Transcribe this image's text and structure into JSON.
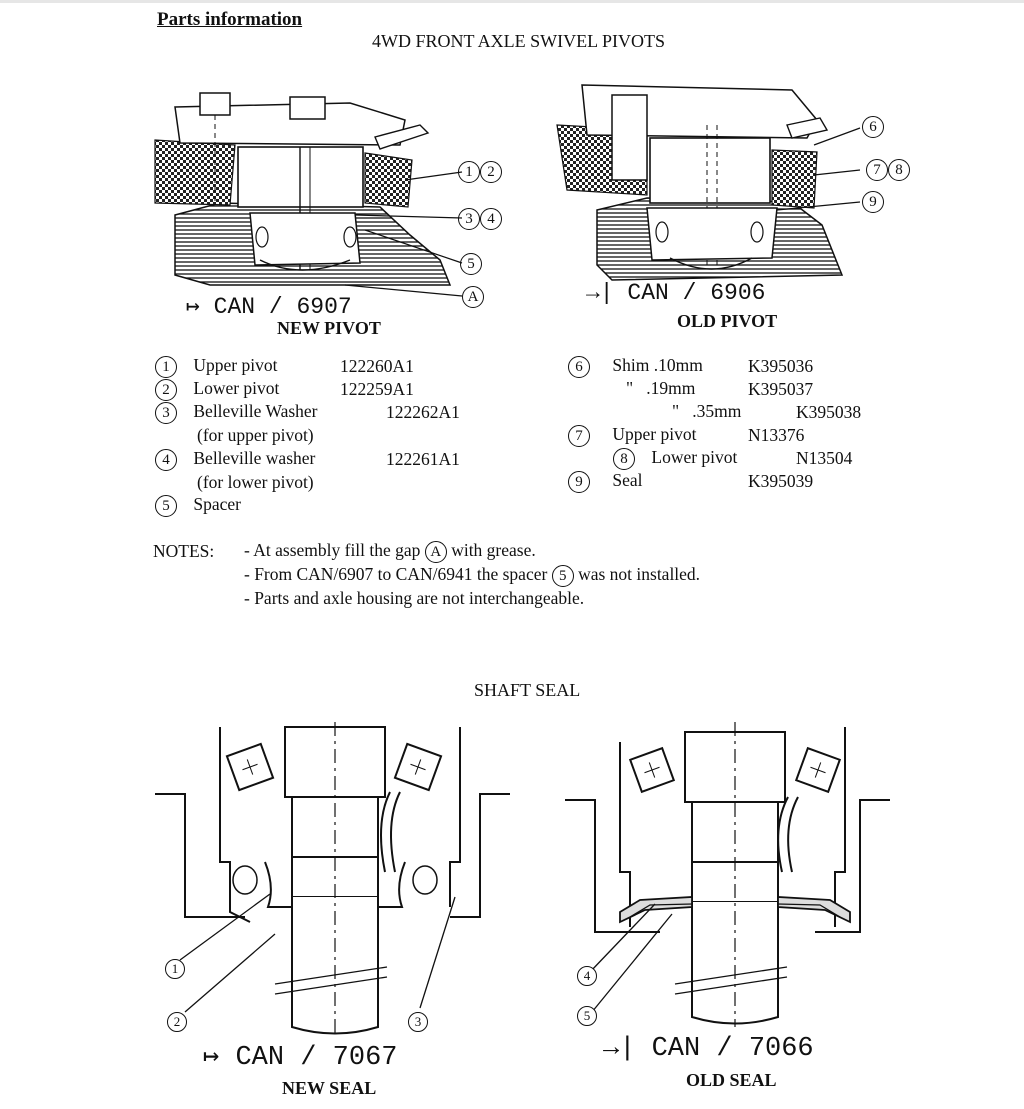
{
  "header": {
    "section_label": "Parts information",
    "title": "4WD FRONT AXLE SWIVEL PIVOTS"
  },
  "new_pivot": {
    "can_arrow": "↦",
    "can_label": "CAN / 6907",
    "caption": "NEW PIVOT",
    "callouts": [
      "1",
      "2",
      "3",
      "4",
      "5",
      "A"
    ],
    "parts": [
      {
        "num": "1",
        "name": "Upper pivot",
        "part_no": "122260A1"
      },
      {
        "num": "2",
        "name": "Lower pivot",
        "part_no": "122259A1"
      },
      {
        "num": "3",
        "name": "Belleville Washer",
        "part_no": "122262A1",
        "note": "(for upper pivot)"
      },
      {
        "num": "4",
        "name": "Belleville washer",
        "part_no": "122261A1",
        "note": "(for lower pivot)"
      },
      {
        "num": "5",
        "name": "Spacer",
        "part_no": ""
      }
    ]
  },
  "old_pivot": {
    "can_arrow": "→|",
    "can_label": "CAN / 6906",
    "caption": "OLD PIVOT",
    "callouts": [
      "6",
      "7",
      "8",
      "9"
    ],
    "parts": [
      {
        "num": "6",
        "name": "Shim .10mm",
        "part_no": "K395036"
      },
      {
        "num": "",
        "name": "\"   .19mm",
        "part_no": "K395037"
      },
      {
        "num": "",
        "name": "\"   .35mm",
        "part_no": "K395038"
      },
      {
        "num": "7",
        "name": "Upper pivot",
        "part_no": "N13376"
      },
      {
        "num": "8",
        "name": "Lower pivot",
        "part_no": "N13504"
      },
      {
        "num": "9",
        "name": "Seal",
        "part_no": "K395039"
      }
    ]
  },
  "notes": {
    "label": "NOTES:",
    "line1_pre": "- At assembly fill the gap",
    "line1_ref": "A",
    "line1_post": "with grease.",
    "line2_pre": "- From CAN/6907 to CAN/6941 the spacer",
    "line2_ref": "5",
    "line2_post": "was not installed.",
    "line3": "- Parts and axle housing are not interchangeable."
  },
  "shaft_seal": {
    "title": "SHAFT SEAL",
    "new_seal": {
      "can_arrow": "↦",
      "can_label": "CAN / 7067",
      "caption": "NEW SEAL",
      "callouts": [
        "1",
        "2",
        "3"
      ]
    },
    "old_seal": {
      "can_arrow": "→|",
      "can_label": "CAN / 7066",
      "caption": "OLD SEAL",
      "callouts": [
        "4",
        "5"
      ]
    }
  }
}
